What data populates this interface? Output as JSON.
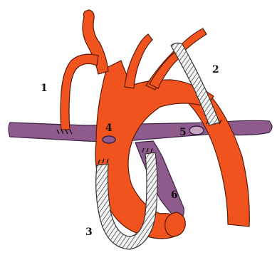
{
  "colors": {
    "artery": "#f0531d",
    "artery_outline": "#5a1a08",
    "vein": "#8f5b8d",
    "vein_outline": "#3b2344",
    "graft_fill": "#f4f4f4",
    "graft_stripe": "#6e6e6e"
  },
  "labels": {
    "l1": "1",
    "l2": "2",
    "l3": "3",
    "l4": "4",
    "l5": "5",
    "l6": "6"
  }
}
